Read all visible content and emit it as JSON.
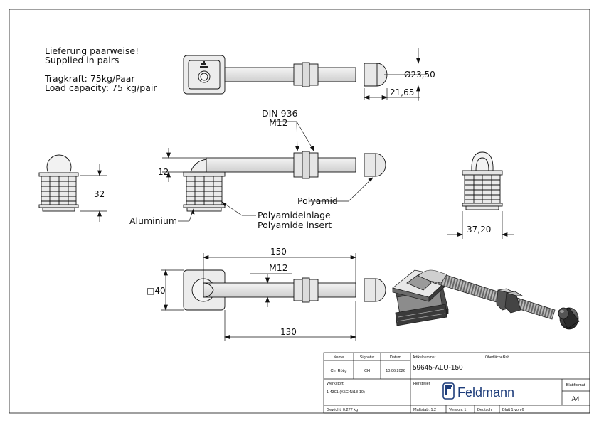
{
  "notes": {
    "line1": "Lieferung paarweise!",
    "line2": "Supplied in pairs",
    "line3": "Tragkraft: 75kg/Paar",
    "line4": "Load capacity: 75 kg/pair"
  },
  "dims": {
    "diameter": "Ø23,50",
    "cap_length": "21,65",
    "height_12": "12",
    "height_32": "32",
    "width_3720": "37,20",
    "length_150": "150",
    "length_130": "130",
    "square_40": "□40"
  },
  "callouts": {
    "din": "DIN 936",
    "m12_top": "M12",
    "m12_bottom": "M12",
    "polyamid": "Polyamid",
    "aluminium": "Aluminium",
    "polyamideinlage": "Polyamideinlage",
    "polyamide_insert": "Polyamide insert"
  },
  "title_block": {
    "name_h": "Name",
    "signatur_h": "Signatur",
    "datum_h": "Datum",
    "name_v": "Ch. Rötig",
    "signatur_v": "CH",
    "datum_v": "10.06.2026",
    "artikel_h": "Artikelnummer",
    "artikel_v": "59645-ALU-150",
    "oberflaeche_h": "Oberfläche:",
    "oberflaeche_v": "Roh",
    "werkstoff_h": "Werkstoff:",
    "werkstoff_v": "1.4301 (X5CrNi18-10)",
    "hersteller_h": "Hersteller",
    "brand": "Feldmann",
    "blattformat_h": "Blattformat",
    "blattformat_v": "A4",
    "gewicht": "Gewicht: 0.277 kg",
    "massstab": "Maßstab: 1:2",
    "version": "Version: 1",
    "sprache": "Deutsch",
    "blatt": "Blatt 1 von 6"
  },
  "colors": {
    "line": "#111111",
    "part_fill": "#ececec",
    "shade": "#3a3a3a",
    "brand_blue": "#1e3d7b"
  }
}
